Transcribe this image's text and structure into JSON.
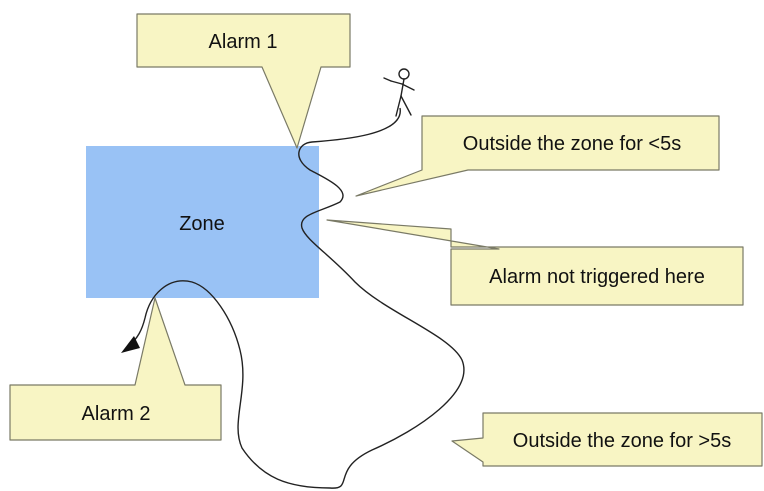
{
  "diagram": {
    "zone_label": "Zone",
    "callouts": {
      "alarm1": "Alarm 1",
      "alarm2": "Alarm 2",
      "outside_short": "Outside the zone for <5s",
      "not_triggered": "Alarm not triggered here",
      "outside_long": "Outside the zone for >5s"
    },
    "colors": {
      "zone_fill": "#99c2f5",
      "callout_fill": "#f8f5c4",
      "callout_stroke": "#7a7a66",
      "path_stroke": "#222222"
    }
  }
}
